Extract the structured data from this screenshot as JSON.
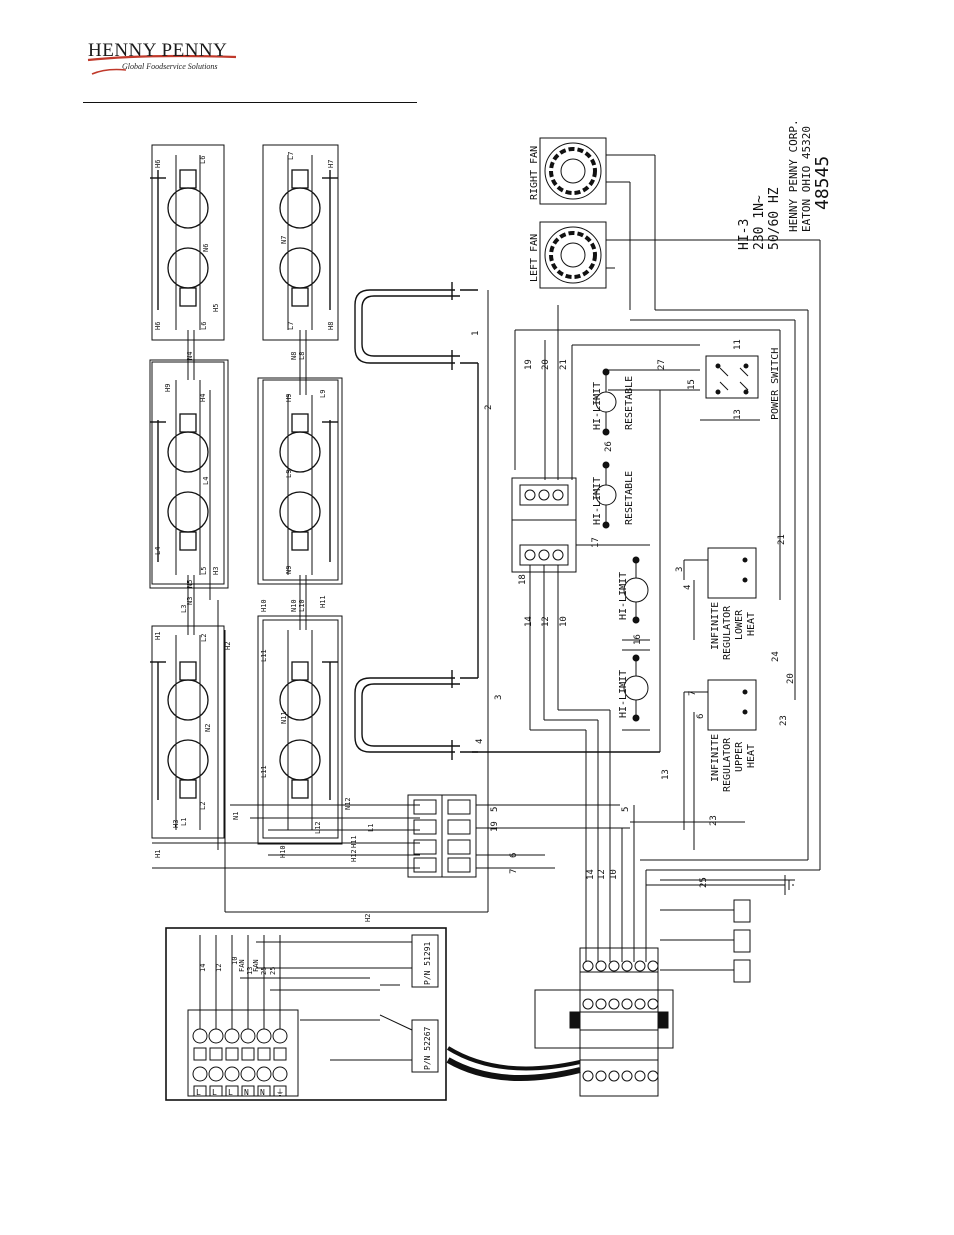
{
  "logo": {
    "name": "HENNY PENNY",
    "tagline": "Global Foodservice Solutions"
  },
  "diagram": {
    "corp_block": [
      "HI-3",
      "230 1N~",
      "50/60 HZ",
      "HENNY PENNY CORP.",
      "EATON OHIO 45320",
      "48545"
    ],
    "fans": {
      "right": "RIGHT FAN",
      "left": "LEFT FAN"
    },
    "components": {
      "power_switch": "POWER SWITCH",
      "hi_limit": "HI-LIMIT",
      "resetable": "RESETABLE",
      "regulator_lower": [
        "INFINITE",
        "REGULATOR",
        "LOWER",
        "HEAT"
      ],
      "regulator_upper": [
        "INFINITE",
        "REGULATOR",
        "UPPER",
        "HEAT"
      ]
    },
    "part_numbers": [
      "P/N 51291",
      "P/N 52267"
    ],
    "terminal_labels": [
      "L",
      "L",
      "L",
      "N",
      "N",
      "⏚"
    ],
    "wire_numbers": {
      "upper": [
        "19",
        "20",
        "21",
        "27",
        "15",
        "26",
        "11",
        "13",
        "17",
        "18",
        "14",
        "12",
        "10",
        "16",
        "3",
        "4",
        "21",
        "24",
        "20",
        "7",
        "6",
        "23",
        "1",
        "2",
        "3",
        "4",
        "5",
        "19",
        "6",
        "7",
        "13",
        "5",
        "23",
        "25",
        "14",
        "12",
        "10"
      ],
      "lower_box": [
        "14",
        "12",
        "10",
        "FAN",
        "13",
        "FAN",
        "25",
        "25"
      ]
    },
    "lamp_labels": [
      "H6",
      "L6",
      "N6",
      "L6",
      "H6",
      "H7",
      "L7",
      "N7",
      "L7",
      "H8",
      "N8",
      "L8",
      "H9",
      "L9",
      "N9",
      "L9",
      "H9",
      "H4",
      "L4",
      "N4",
      "N5",
      "L5",
      "L4",
      "H3",
      "H5",
      "H10",
      "N10",
      "L10",
      "H11",
      "L11",
      "N11",
      "L11",
      "L3",
      "N3",
      "H1",
      "L2",
      "N2",
      "L2",
      "H2",
      "H3",
      "L1",
      "N1",
      "H1",
      "N12",
      "L12",
      "H11",
      "H12",
      "H10",
      "L1",
      "H2"
    ]
  }
}
